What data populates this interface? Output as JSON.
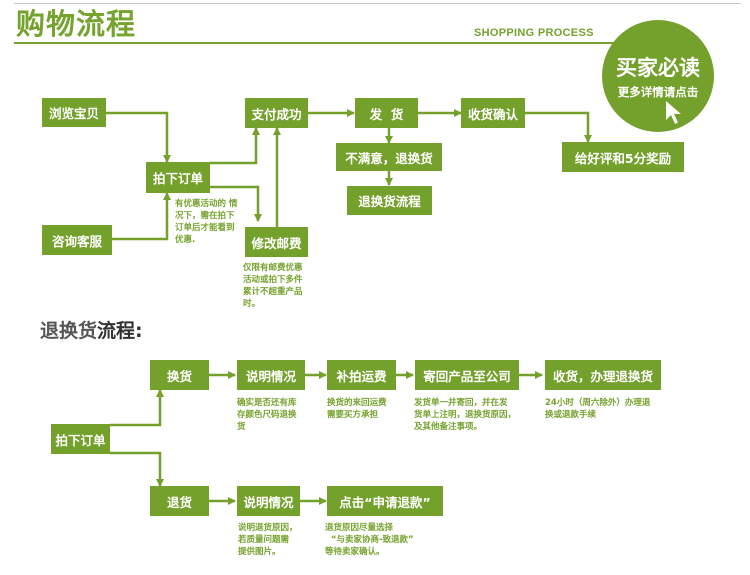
{
  "header": {
    "title": "购物流程",
    "subtitle": "SHOPPING PROCESS"
  },
  "badge": {
    "title": "买家必读",
    "subtitle": "更多详情请点击",
    "icon": "cursor-arrow-icon"
  },
  "shopping_flow": {
    "browse": "浏览宝贝",
    "consult": "咨询客服",
    "place_order": "拍下订单",
    "pay": "支付成功",
    "modify_shipping": "修改邮费",
    "ship": "发  货",
    "unsatisfied": "不满意，退换货",
    "return_flow": "退换货流程",
    "confirm": "收货确认",
    "review": "给好评和5分奖励",
    "note_discount": [
      "有优惠活动的 情",
      "况下，需在拍下",
      "订单后才能看到",
      "优惠."
    ],
    "note_shipping": [
      "仅限有邮费优惠",
      "活动或拍下多件",
      "累计不超重产品",
      "时。"
    ]
  },
  "return_section": {
    "title_part1": "退换货",
    "title_part2": "流程:",
    "start": "拍下订单",
    "exchange": {
      "steps": [
        "换货",
        "说明情况",
        "补拍运费",
        "寄回产品至公司",
        "收货，办理退换货"
      ],
      "notes": [
        [
          "确实是否还有库",
          "存颜色尺码退换",
          "货"
        ],
        [
          "换货的来回运费",
          "需要买方承担"
        ],
        [
          "发货单一并寄回，并在发",
          "货单上注明，退换货原因，",
          "及其他备注事项。"
        ],
        [
          "24小时（周六除外）办理退",
          "换或退款手续"
        ]
      ]
    },
    "refund": {
      "steps": [
        "退货",
        "说明情况",
        "点击“申请退款”"
      ],
      "notes": [
        [
          "说明退货原因，",
          "若质量问题需",
          "提供图片。"
        ],
        [
          "退货原因尽量选择",
          "  “与卖家协商-致退款”",
          "等待卖家确认。"
        ]
      ]
    }
  },
  "colors": {
    "brand_green": "#74a02c",
    "note_text": "#76a22e",
    "heading_gray": "#555555"
  }
}
